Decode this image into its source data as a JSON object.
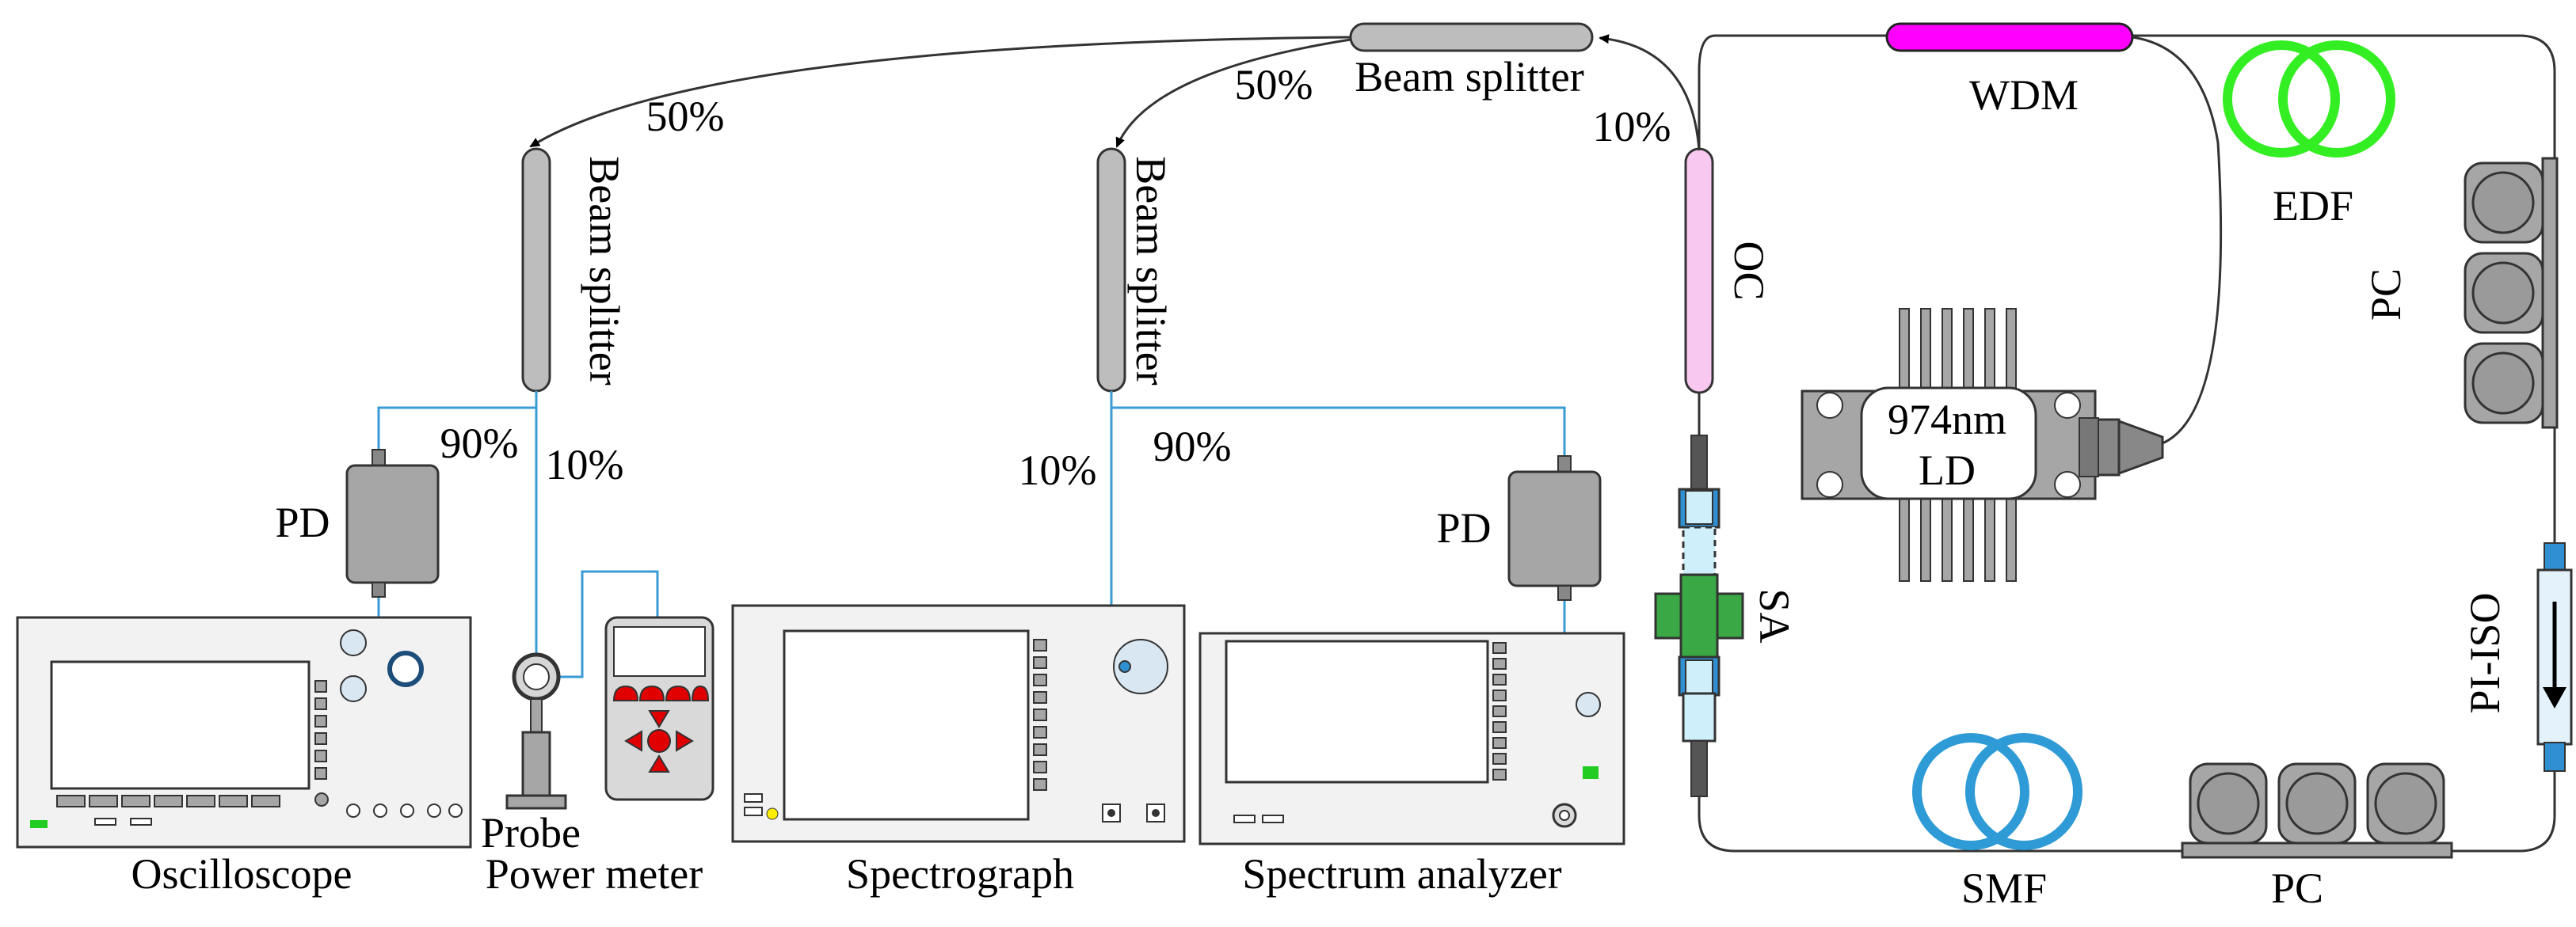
{
  "labels": {
    "beam_splitter_top": "Beam splitter",
    "beam_splitter_left": "Beam splitter",
    "beam_splitter_mid": "Beam splitter",
    "pct_50_left": "50%",
    "pct_50_mid": "50%",
    "pct_10_oc": "10%",
    "pct_90_left": "90%",
    "pct_10_left": "10%",
    "pct_10_mid": "10%",
    "pct_90_mid": "90%",
    "pd_left": "PD",
    "pd_right": "PD",
    "oc": "OC",
    "wdm": "WDM",
    "edf": "EDF",
    "pc_right": "PC",
    "pc_bottom": "PC",
    "ld_line1": "974nm",
    "ld_line2": "LD",
    "sa": "SA",
    "pi_iso": "PI-ISO",
    "smf": "SMF",
    "probe": "Probe",
    "oscilloscope": "Oscilloscope",
    "power_meter": "Power meter",
    "spectrograph": "Spectrograph",
    "spectrum_analyzer": "Spectrum analyzer"
  },
  "colors": {
    "fiber_line": "#3a9bd5",
    "wdm": "#ff00ff",
    "edf": "#33ee22",
    "smf": "#2e9ad6",
    "oc": "#f9c8f1",
    "component_gray": "#bdbdbd",
    "device_gray": "#a6a6a6",
    "sa_green": "#3aa845",
    "sa_blue": "#2f8fd0",
    "red_button": "#e00000"
  }
}
